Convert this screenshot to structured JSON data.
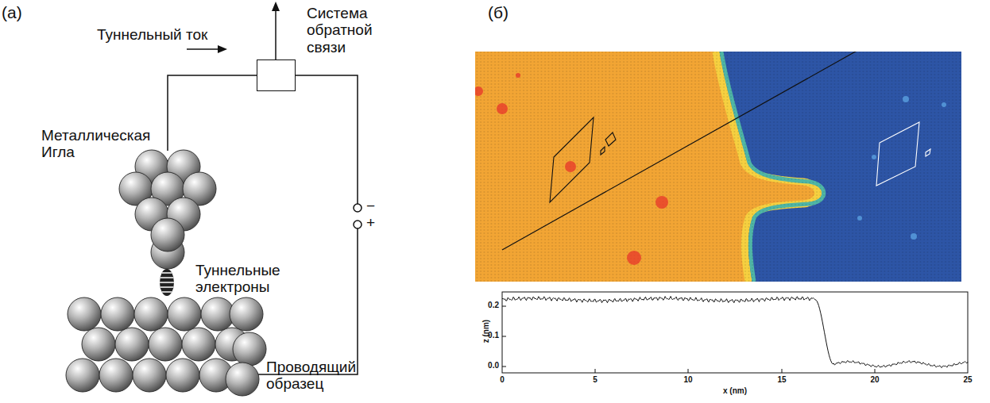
{
  "diagram": {
    "nodes": [
      {
        "text": [
          "Система обратной связи"
        ]
      }
    ],
    "labels": [
      "(а)",
      "Туннельный ток",
      "Металлическая Игла",
      "Туннельные электроны",
      "Проводящий образец",
      "−",
      "+",
      "(б)",
      "0.2",
      "0.1",
      "0.0",
      "z (nm)",
      "0",
      "5",
      "10",
      "15",
      "20",
      "25",
      "x (nm)"
    ]
  }
}
